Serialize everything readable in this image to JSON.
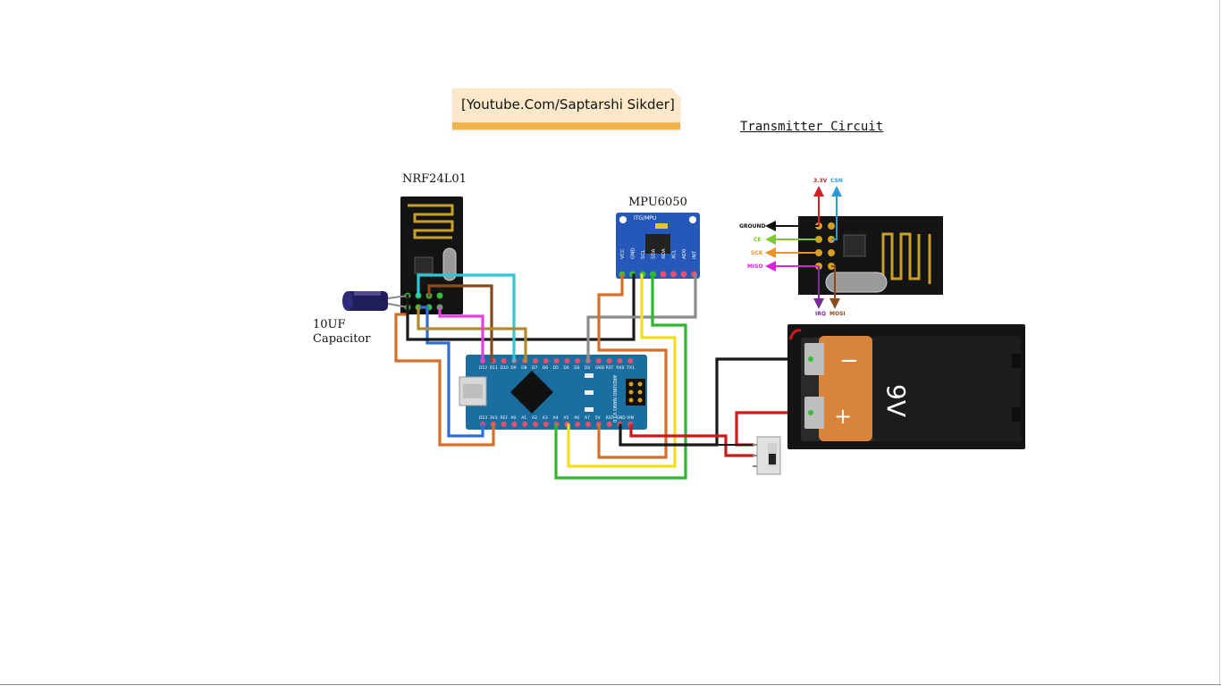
{
  "note": {
    "text": "[Youtube.Com/Saptarshi Sikder]"
  },
  "title": "Transmitter Circuit",
  "labels": {
    "nrf": "NRF24L01",
    "mpu": "MPU6050",
    "capacitor_line1": "10UF",
    "capacitor_line2": "Capacitor"
  },
  "mpu_pins": [
    "VCC",
    "GND",
    "SCL",
    "SDA",
    "XDA",
    "XCL",
    "AD0",
    "INT"
  ],
  "mpu_board_text": "ITG/MPU",
  "pinout": {
    "v33": "3.3V",
    "csn": "CSN",
    "ground": "GROUND",
    "ce": "CE",
    "sck": "SCK",
    "miso": "MISO",
    "irq": "IRQ",
    "mosi": "MOSI"
  },
  "nano_top_pins": [
    "D12",
    "D11",
    "D10",
    "D9",
    "D8",
    "D7",
    "D6",
    "D5",
    "D4",
    "D3",
    "D2",
    "GND",
    "RST",
    "RX0",
    "TX1"
  ],
  "nano_bottom_pins": [
    "D13",
    "3V3",
    "REF",
    "A0",
    "A1",
    "A2",
    "A3",
    "A4",
    "A5",
    "A6",
    "A7",
    "5V",
    "RST",
    "GND",
    "VIN"
  ],
  "nano_board_text": "ARDUINO NANO V3.0",
  "battery": {
    "label": "9V",
    "minus": "−",
    "plus": "+"
  },
  "colors": {
    "wire_orange": "#d4702a",
    "wire_blue": "#2e6fd6",
    "wire_cyan": "#2ec8d8",
    "wire_brown": "#8a4a1c",
    "wire_magenta": "#e040e0",
    "wire_black": "#1a1a1a",
    "wire_grey": "#8c8c8c",
    "wire_yellow": "#f0e020",
    "wire_green": "#2eb82e",
    "wire_red": "#cc1a1a",
    "board_blue": "#1a6fa0",
    "module_black": "#141414",
    "note_band": "#f4b24a"
  }
}
